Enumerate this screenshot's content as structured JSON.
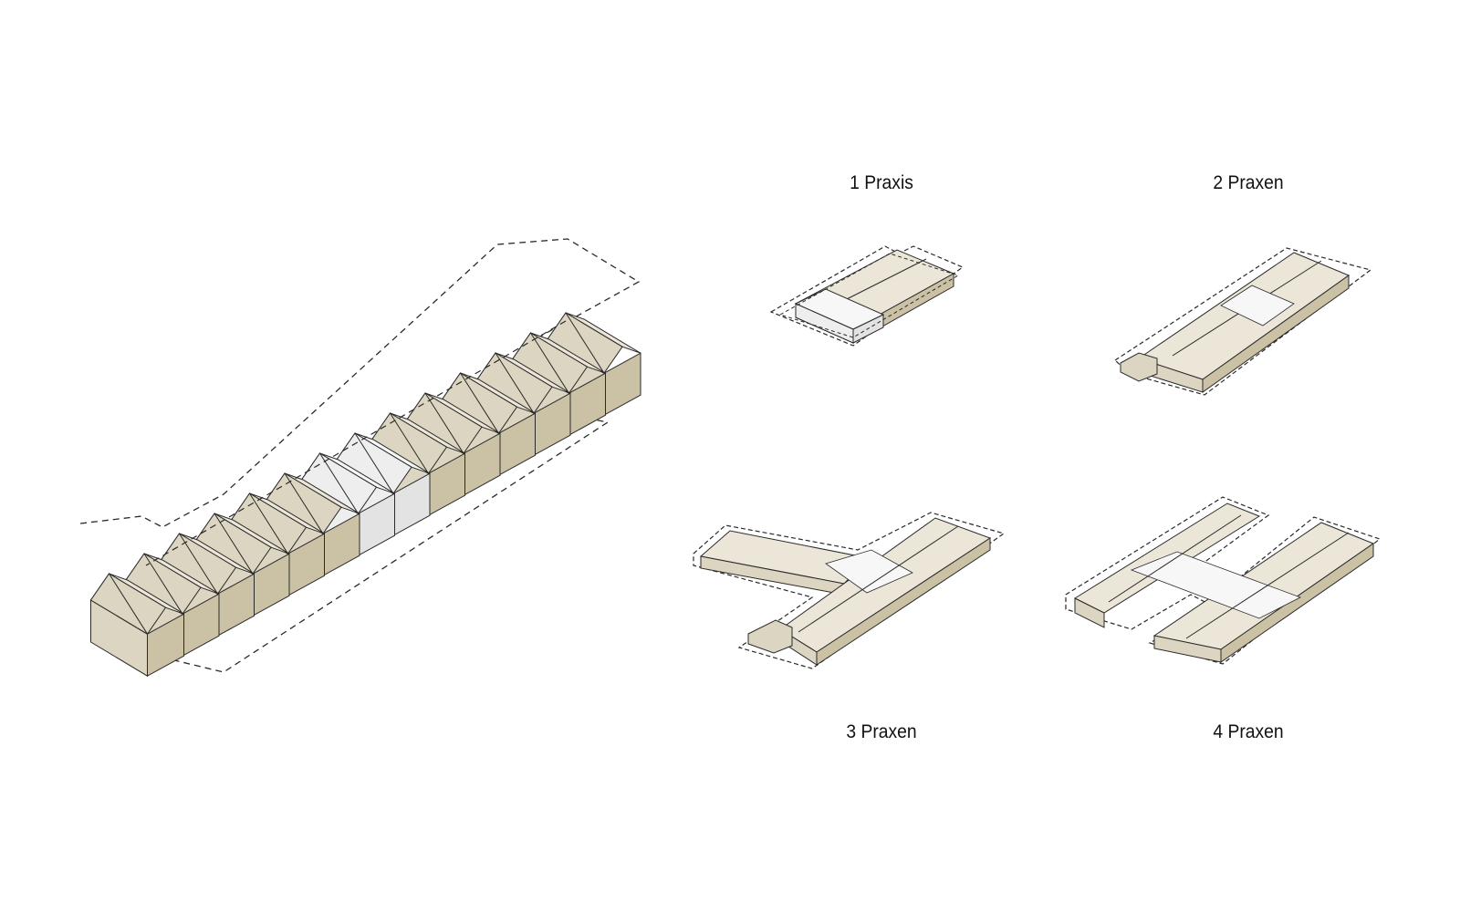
{
  "colors": {
    "background": "#ffffff",
    "mass_top": "#ebe6d8",
    "mass_left": "#dcd5c1",
    "mass_right": "#cbc1a5",
    "highlight_top": "#f7f7f7",
    "highlight_left": "#eeeeee",
    "highlight_right": "#e3e3e3",
    "line": "#2a2a2a"
  },
  "captions": {
    "one": "1 Praxis",
    "two": "2 Praxen",
    "three": "3 Praxen",
    "four": "4 Praxen"
  }
}
